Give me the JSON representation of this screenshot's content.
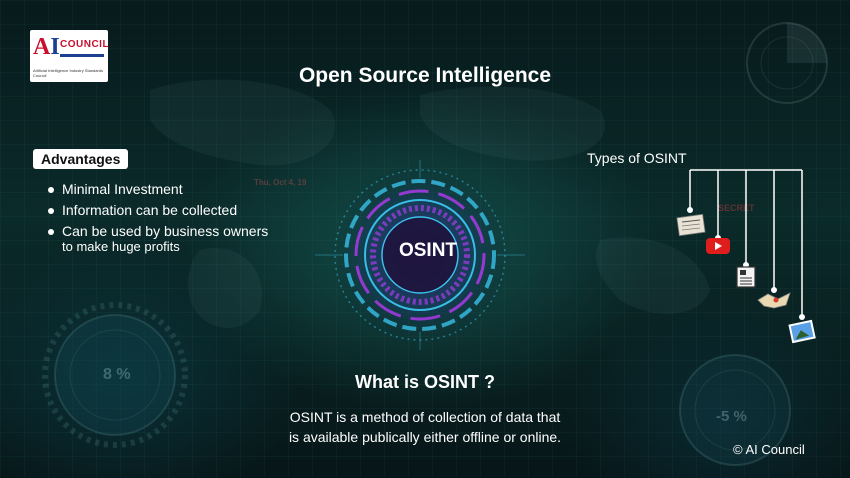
{
  "logo": {
    "mark_a": "A",
    "mark_i": "I",
    "word": "COUNCIL",
    "tagline": "Artificial Intelligence Industry Standards Council"
  },
  "title": "Open Source Intelligence",
  "advantages": {
    "heading": "Advantages",
    "items": [
      "Minimal Investment",
      "Information can be collected",
      "Can be used by business owners"
    ],
    "item3_continuation": "to make huge profits"
  },
  "center": {
    "label": "OSINT"
  },
  "types": {
    "heading": "Types of OSINT",
    "icons": [
      "newspaper-icon",
      "video-play-icon",
      "document-icon",
      "map-icon",
      "photo-icon"
    ]
  },
  "what": {
    "heading": "What is OSINT ?",
    "line1": "OSINT is a method of collection of data that",
    "line2": "is available publically either offline or online."
  },
  "background": {
    "gauge_left": "8 %",
    "gauge_right": "-5 %",
    "date_text": "Thu, Oct 4, 19",
    "stamp_text": "SECRET"
  },
  "copyright": "© AI Council",
  "colors": {
    "accent_cyan": "#3fd3ff",
    "accent_magenta": "#c03aff",
    "logo_red": "#c8102e",
    "logo_blue": "#1d3f8f"
  }
}
